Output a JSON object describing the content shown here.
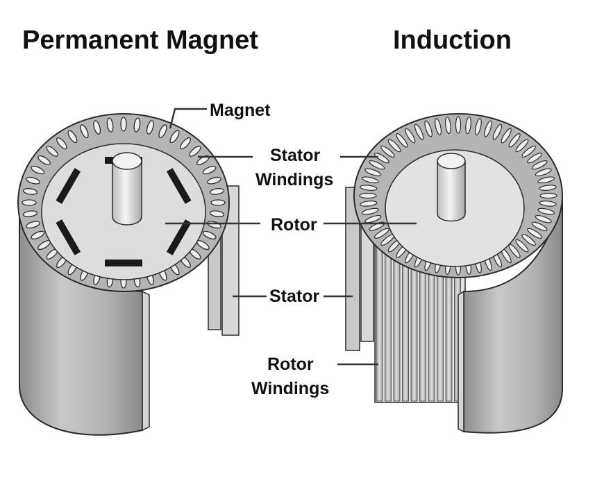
{
  "titles": {
    "permanent_magnet": "Permanent Magnet",
    "induction": "Induction"
  },
  "labels": {
    "magnet": "Magnet",
    "stator_windings_line1": "Stator",
    "stator_windings_line2": "Windings",
    "rotor": "Rotor",
    "stator": "Stator",
    "rotor_windings_line1": "Rotor",
    "rotor_windings_line2": "Windings"
  },
  "colors": {
    "text": "#111111",
    "stator_body": "#b8b8b8",
    "rotor_face": "#dcdcdc",
    "magnet": "#1a1a1a"
  }
}
